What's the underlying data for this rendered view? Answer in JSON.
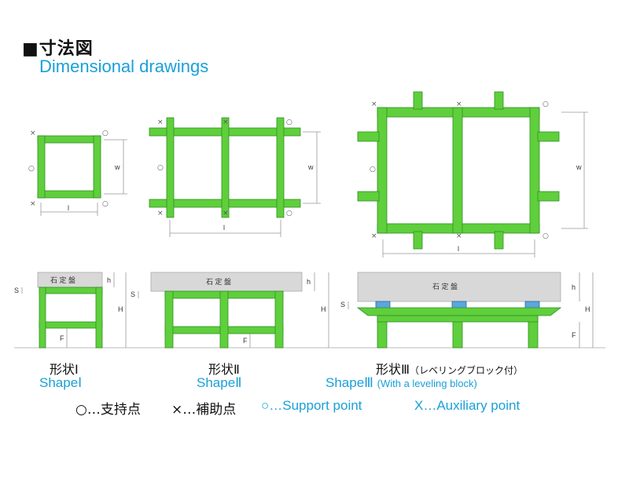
{
  "header": {
    "title_jp": "■寸法図",
    "title_en": "Dimensional drawings"
  },
  "dims": {
    "l": "l",
    "w": "w",
    "h": "h",
    "H": "H",
    "F": "F",
    "S": "S",
    "plate_label": "石 定 盤",
    "support_mark": "○",
    "aux_mark": "×"
  },
  "shapes": [
    {
      "label_jp": "形状Ⅰ",
      "label_en": "ShapeⅠ",
      "note_en": ""
    },
    {
      "label_jp": "形状Ⅱ",
      "label_en": "ShapeⅡ",
      "note_en": ""
    },
    {
      "label_jp": "形状Ⅲ",
      "note_jp": "（レベリングブロック付）",
      "label_en": "ShapeⅢ",
      "note_en": "(With a leveling block)"
    }
  ],
  "legend": {
    "support_jp": "○…支持点",
    "aux_jp": "×…補助点",
    "support_en": "○…Support point",
    "aux_en": "X…Auxiliary point"
  },
  "colors": {
    "frame_green": "#5fcf3c",
    "accent_blue": "#1aa0d8",
    "plate_gray": "#d8d8d8",
    "block_blue": "#5aa6e0"
  }
}
